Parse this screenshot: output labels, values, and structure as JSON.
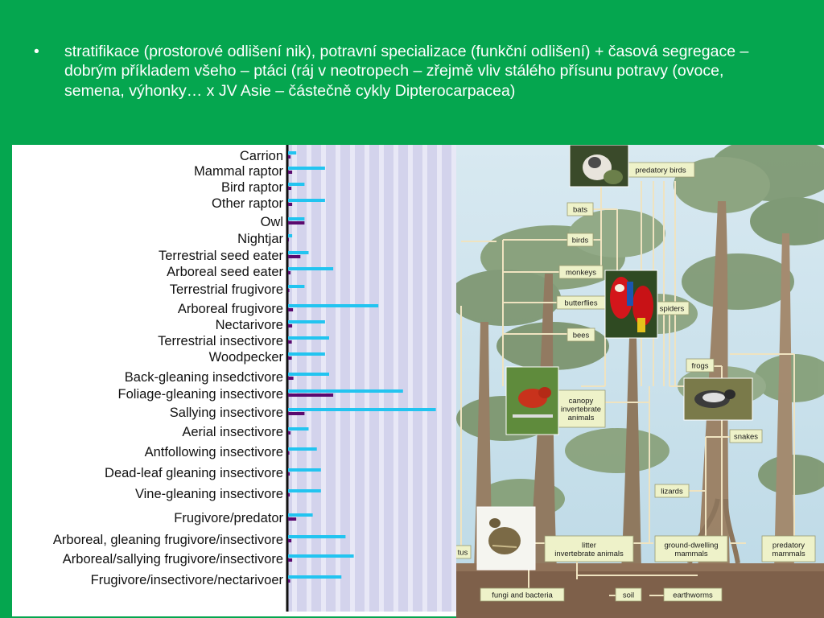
{
  "slide": {
    "bullet": "•",
    "text": "stratifikace (prostorové odlišení nik), potravní specializace (funkční odlišení) + časová segregace – dobrým příkladem všeho – ptáci  (ráj v neotropech – zřejmě vliv stálého přísunu potravy (ovoce, semena, výhonky… x  JV Asie – částečně cykly Dipterocarpacea)"
  },
  "colors": {
    "background": "#05a64f",
    "bar_primary": "#22c4f0",
    "bar_secondary": "#5a0a6e",
    "plot_bg": "#d3d3ec",
    "plot_stripe": "#e8e8f6"
  },
  "chart_data": {
    "type": "bar",
    "orientation": "horizontal",
    "categories": [
      "Carrion",
      "Mammal raptor",
      "Bird raptor",
      "Other raptor",
      "Owl",
      "Nightjar",
      "Terrestrial seed eater",
      "Arboreal seed eater",
      "Terrestrial frugivore",
      "Arboreal frugivore",
      "Nectarivore",
      "Terrestrial insectivore",
      "Woodpecker",
      "Back-gleaning insedctivore",
      "Foliage-gleaning insectivore",
      "Sallying insectivore",
      "Aerial insectivore",
      "Antfollowing insectivore",
      "Dead-leaf gleaning insectivore",
      "Vine-gleaning insectivore",
      "Frugivore/predator",
      "Arboreal, gleaning frugivore/insectivore",
      "Arboreal/sallying frugivore/insectivore",
      "Frugivore/insectivore/nectarivoer"
    ],
    "series": [
      {
        "color": "#22c4f0",
        "values": [
          2,
          9,
          4,
          9,
          4,
          1,
          5,
          11,
          4,
          22,
          9,
          10,
          9,
          10,
          28,
          36,
          5,
          7,
          8,
          8,
          6,
          14,
          16,
          13
        ]
      },
      {
        "color": "#5a0a6e",
        "values": [
          0.6,
          1,
          0.8,
          1,
          4,
          0.2,
          3,
          0.6,
          0.3,
          1.2,
          1,
          0.9,
          0.9,
          1.3,
          11,
          4,
          0.6,
          0.3,
          0.4,
          0.4,
          2,
          0.8,
          1,
          0.5
        ]
      }
    ],
    "grid": true
  },
  "diagram": {
    "nodes": [
      {
        "id": "predatory-birds",
        "label": "predatory birds"
      },
      {
        "id": "bats",
        "label": "bats"
      },
      {
        "id": "birds",
        "label": "birds"
      },
      {
        "id": "monkeys",
        "label": "monkeys"
      },
      {
        "id": "butterflies",
        "label": "butterflies"
      },
      {
        "id": "spiders",
        "label": "spiders"
      },
      {
        "id": "bees",
        "label": "bees"
      },
      {
        "id": "frogs",
        "label": "frogs"
      },
      {
        "id": "canopy",
        "label": "canopy\ninvertebrate\nanimals"
      },
      {
        "id": "snakes",
        "label": "snakes"
      },
      {
        "id": "lizards",
        "label": "lizards"
      },
      {
        "id": "litter",
        "label": "litter\ninvertebrate animals"
      },
      {
        "id": "ground-mammals",
        "label": "ground-dwelling\nmammals"
      },
      {
        "id": "predatory-mammals",
        "label": "predatory\nmammals"
      },
      {
        "id": "tus",
        "label": "tus"
      },
      {
        "id": "fungi",
        "label": "fungi and bacteria"
      },
      {
        "id": "soil",
        "label": "soil"
      },
      {
        "id": "earthworms",
        "label": "earthworms"
      }
    ]
  }
}
